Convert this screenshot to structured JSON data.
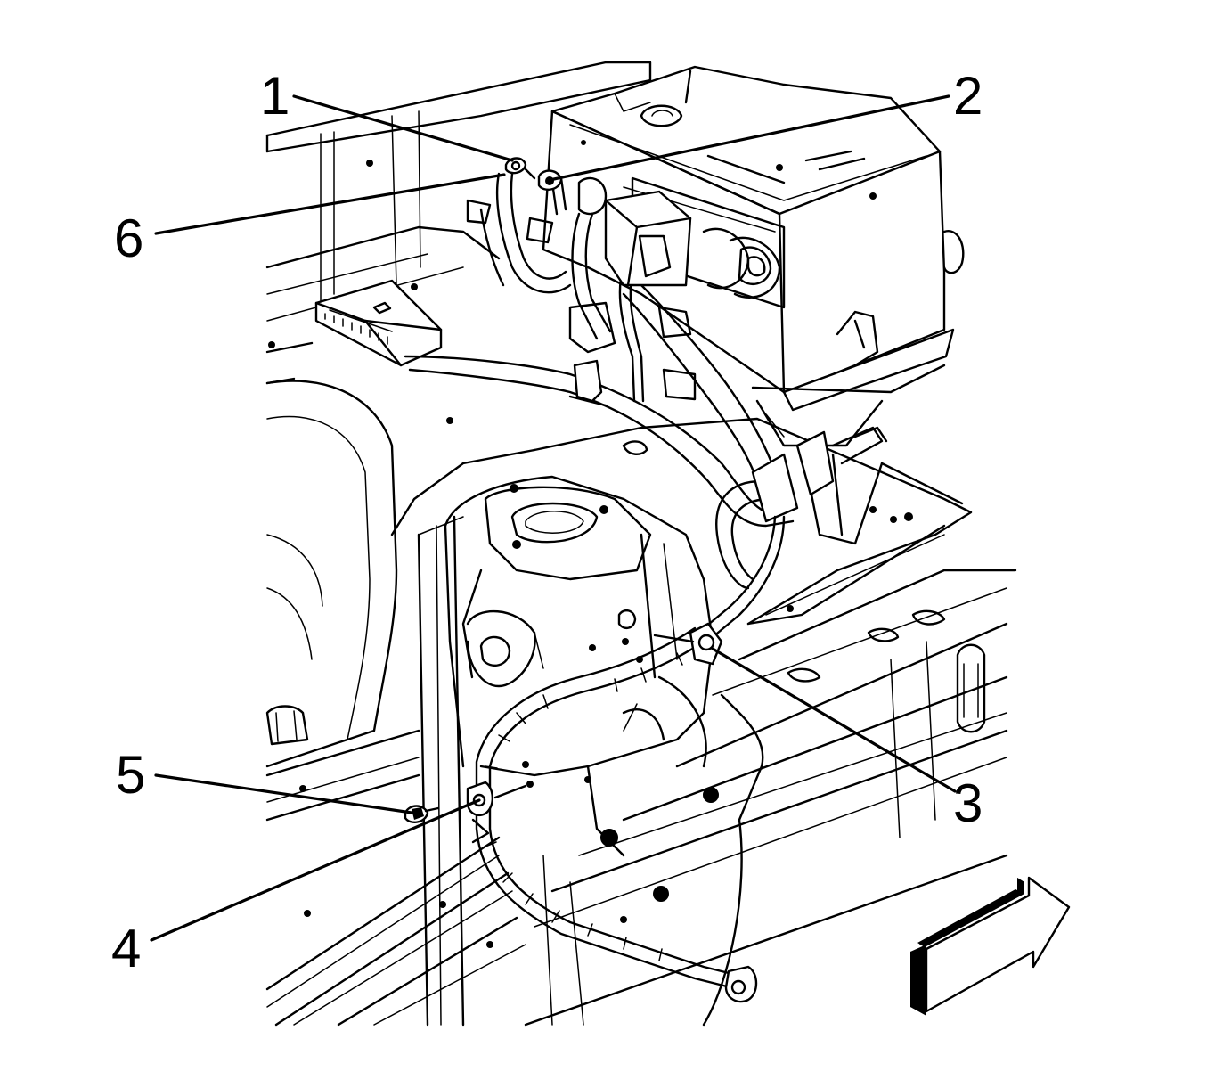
{
  "diagram": {
    "callouts": [
      {
        "id": "1",
        "label": "1"
      },
      {
        "id": "2",
        "label": "2"
      },
      {
        "id": "3",
        "label": "3"
      },
      {
        "id": "4",
        "label": "4"
      },
      {
        "id": "5",
        "label": "5"
      },
      {
        "id": "6",
        "label": "6"
      }
    ],
    "direction_arrow": "front-direction-arrow"
  }
}
